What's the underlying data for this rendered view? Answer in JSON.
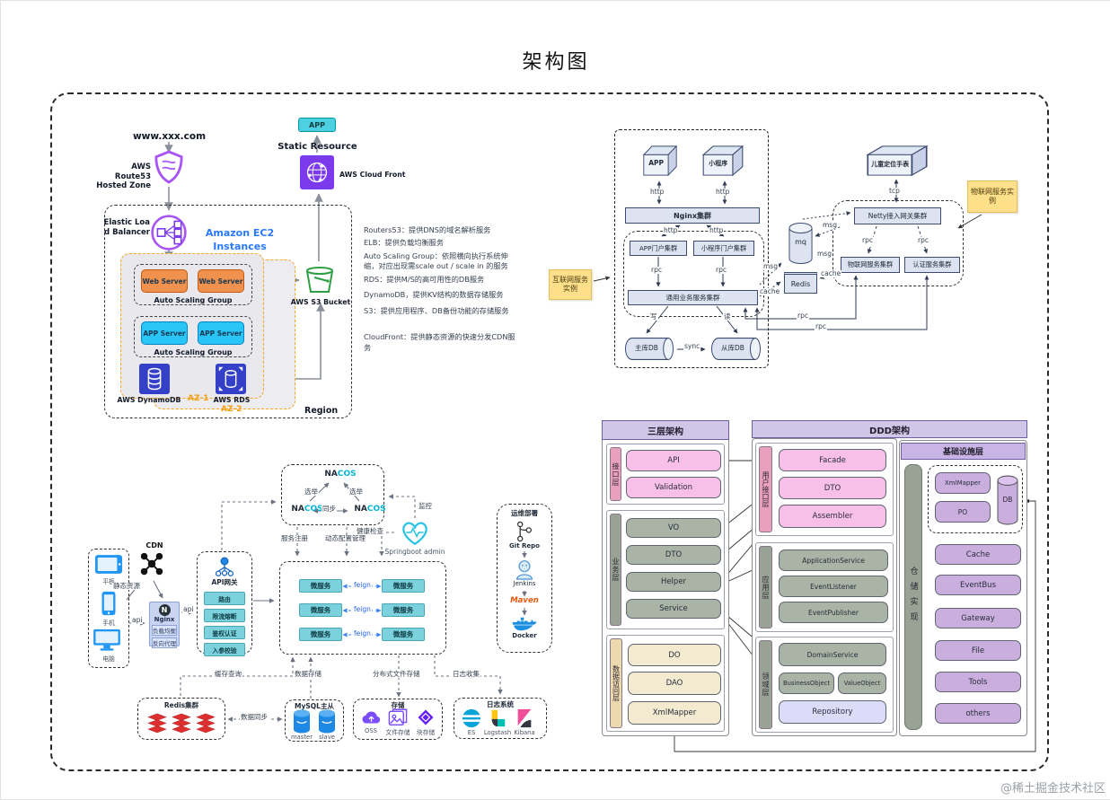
{
  "page": {
    "title": "架构图",
    "footer": "@稀土掘金技术社区"
  },
  "aws": {
    "domain": "www.xxx.com",
    "route53_l1": "AWS Route53",
    "route53_l2": "Hosted Zone",
    "elb_l1": "Elastic Loa",
    "elb_l2": "d Balancer",
    "ec2": "Amazon EC2 Instances",
    "web_server": "Web Server",
    "app_server": "APP Server",
    "asg": "Auto Scaling Group",
    "dynamodb": "AWS DynamoDB",
    "rds": "AWS RDS",
    "az1": "AZ-1",
    "az2": "AZ-2",
    "region": "Region",
    "s3": "AWS S3 Bucket",
    "static_resource": "Static Resource",
    "cloudfront": "AWS Cloud Front",
    "app": "APP",
    "notes": [
      "Routers53：提供DNS的域名解析服务",
      "ELB：提供负载均衡服务",
      "Auto Scaling Group：依照横向执行系统伸缩，对应出现需scale out / scale in 的服务",
      "RDS：提供M/S的高可用性的DB服务",
      "DynamoDB，提供KV结构的数据存储服务",
      "S3：提供应用程序、DB备份功能的存储服务",
      "CloudFront：提供静态资源的快速分发CDN服务"
    ]
  },
  "inet": {
    "note": "互联网服务实例",
    "app": "APP",
    "mini": "小程序",
    "http": "http",
    "nginx": "Nginx集群",
    "app_portal": "APP门户集群",
    "mini_portal": "小程序门户集群",
    "rpc": "rpc",
    "common": "通用业务服务集群",
    "write": "写",
    "read": "读",
    "master": "主库DB",
    "slave": "从库DB",
    "sync": "sync",
    "mq": "mq",
    "redis": "Redis",
    "msg": "msg",
    "cache": "cache"
  },
  "iot": {
    "note": "物联网服务实例",
    "watch": "儿童定位手表",
    "tcp": "tcp",
    "netty": "Netty接入网关集群",
    "rpc": "rpc",
    "iot_cluster": "物联网服务集群",
    "auth_cluster": "认证服务集群"
  },
  "sc": {
    "nacos_na": "NA",
    "nacos_cos": "COS",
    "elect": "选举",
    "sync": "同步",
    "reg": "服务注册",
    "cfg": "动态配置管理",
    "mon": "监控",
    "health": "健康检查",
    "admin": "Springboot admin",
    "devices": [
      "平板",
      "手机",
      "电脑"
    ],
    "cdn": "CDN",
    "static_res": "静态资源",
    "nginx": "Nginx",
    "nginx_n": "N",
    "lb": "负载均衡",
    "proxy": "反向代理",
    "api": "api",
    "gw_title": "API网关",
    "gw_items": [
      "路由",
      "限流熔断",
      "鉴权认证",
      "入参校验"
    ],
    "svc": "微服务",
    "feign": "feign",
    "ops_title": "运维部署",
    "ops": [
      "Git Repo",
      "Jenkins",
      "Maven",
      "Docker"
    ],
    "cache_q": "缓存查询",
    "data_s": "数据存储",
    "file_s": "分布式文件存储",
    "log_c": "日志收集",
    "d_sync": "数据同步",
    "redis_title": "Redis集群",
    "mysql_title": "MySQL主从",
    "master": "master",
    "slave": "slave",
    "store_title": "存储",
    "store_items": [
      "OSS",
      "文件存储",
      "块存储"
    ],
    "log_title": "日志系统",
    "log_items": [
      "ES",
      "Logstash",
      "Kibana"
    ]
  },
  "arch": {
    "t3": {
      "title": "三层架构",
      "l1": {
        "name": "接口层",
        "items": [
          "API",
          "Validation"
        ]
      },
      "l2": {
        "name": "业务层",
        "items": [
          "VO",
          "DTO",
          "Helper",
          "Service"
        ]
      },
      "l3": {
        "name": "数据访问层",
        "items": [
          "DO",
          "DAO",
          "XmlMapper"
        ]
      }
    },
    "ddd": {
      "title": "DDD架构",
      "l1": {
        "name": "用户接口层",
        "items": [
          "Facade",
          "DTO",
          "Assembler"
        ]
      },
      "l2": {
        "name": "应用层",
        "items": [
          "ApplicationService",
          "EventListener",
          "EventPublisher"
        ]
      },
      "l3": {
        "name": "领域层",
        "items": [
          "DomainService",
          "BusinessObject",
          "ValueObject",
          "Repository"
        ]
      }
    },
    "infra": {
      "title": "基础设施层",
      "repo": "仓储实现",
      "group": [
        "XmlMapper",
        "PO",
        "DB"
      ],
      "items": [
        "Cache",
        "EventBus",
        "Gateway",
        "File",
        "Tools",
        "others"
      ]
    }
  },
  "colors": {
    "accent_blue": "#2979ff",
    "aws_orange": "#f0924d",
    "aws_cyan": "#29c5f6",
    "note_yellow": "#ffe08a",
    "panel_purple": "#cfc6e8",
    "pink_item": "#f8bfe8",
    "green_gray_item": "#a9b3a6",
    "cream_item": "#f3ead0",
    "purple_item": "#c9aede"
  }
}
